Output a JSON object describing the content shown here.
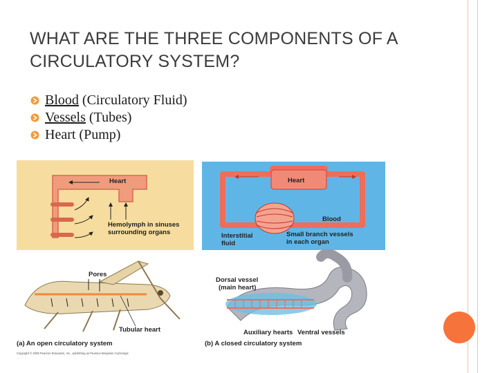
{
  "slide": {
    "title": "WHAT ARE THE THREE COMPONENTS OF A CIRCULATORY SYSTEM?",
    "bullets": [
      {
        "link": "Blood",
        "rest": " (Circulatory Fluid)"
      },
      {
        "link": "Vessels",
        "rest": " (Tubes)"
      },
      {
        "text": "Heart (Pump)"
      }
    ]
  },
  "figure": {
    "open": {
      "heart_label": "Heart",
      "hemolymph_label_line1": "Hemolymph in sinuses",
      "hemolymph_label_line2": "surrounding organs",
      "pores_label": "Pores",
      "tubular_heart_label": "Tubular heart",
      "caption": "(a) An open circulatory system"
    },
    "closed": {
      "heart_label": "Heart",
      "blood_label": "Blood",
      "interstitial_line1": "Interstitial",
      "interstitial_line2": "fluid",
      "small_vessels_line1": "Small branch vessels",
      "small_vessels_line2": "in each organ",
      "dorsal_line1": "Dorsal vessel",
      "dorsal_line2": "(main heart)",
      "auxiliary_label": "Auxiliary hearts",
      "ventral_label": "Ventral vessels",
      "caption": "(b) A closed circulatory system"
    },
    "copyright": "Copyright © 2008 Pearson Education, Inc., publishing as Pearson Benjamin Cummings"
  },
  "colors": {
    "accent_orange": "#f7733c",
    "panel_tan": "#f6dc9e",
    "panel_blue": "#5fb6e6",
    "vessel_red": "#ef6d5b",
    "bullet_mark": "#f59a3a"
  }
}
